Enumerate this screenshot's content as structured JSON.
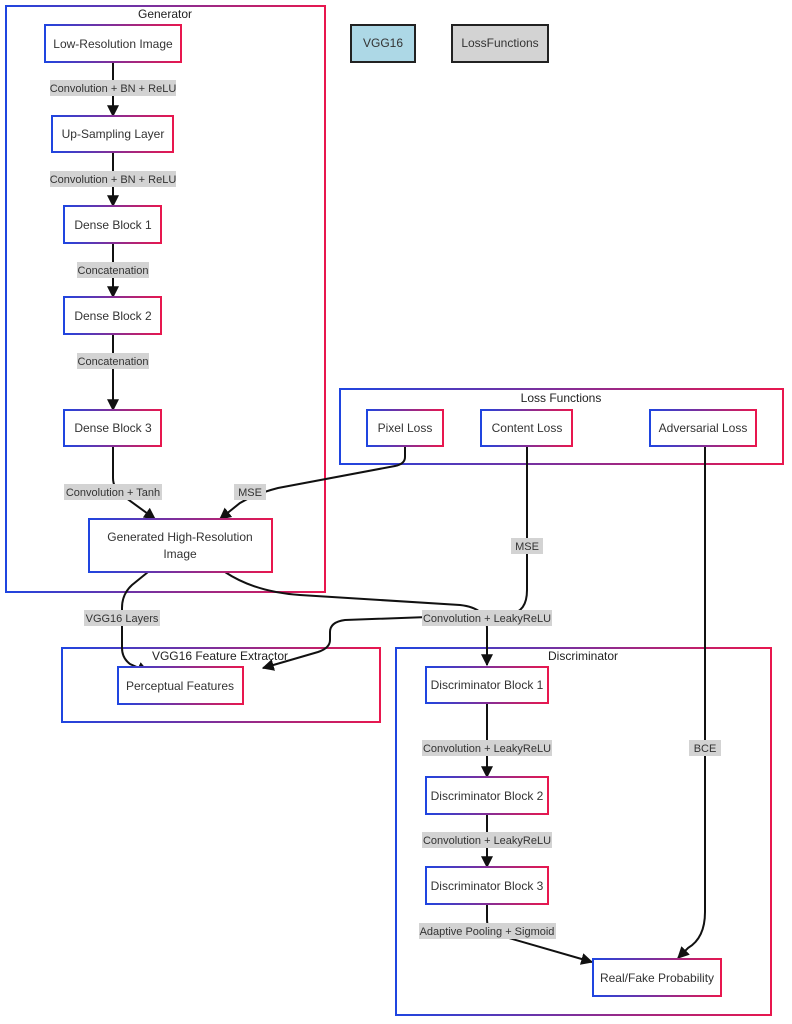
{
  "groups": {
    "generator": "Generator",
    "loss_functions": "Loss Functions",
    "vgg16_feature_extractor": "VGG16 Feature Extractor",
    "discriminator": "Discriminator"
  },
  "legend": {
    "vgg16": "VGG16",
    "loss_functions": "LossFunctions",
    "vgg16_color": "#add8e6",
    "loss_functions_color": "#d3d3d3"
  },
  "nodes": {
    "low_res_image": "Low-Resolution Image",
    "up_sampling": "Up-Sampling Layer",
    "dense_block_1": "Dense Block 1",
    "dense_block_2": "Dense Block 2",
    "dense_block_3": "Dense Block 3",
    "generated_hr_line1": "Generated High-Resolution",
    "generated_hr_line2": "Image",
    "pixel_loss": "Pixel Loss",
    "content_loss": "Content Loss",
    "adversarial_loss": "Adversarial Loss",
    "perceptual_features": "Perceptual Features",
    "disc_block_1": "Discriminator Block 1",
    "disc_block_2": "Discriminator Block 2",
    "disc_block_3": "Discriminator Block 3",
    "real_fake": "Real/Fake Probability"
  },
  "edges": {
    "conv_bn_relu_1": "Convolution + BN + ReLU",
    "conv_bn_relu_2": "Convolution + BN + ReLU",
    "concat_1": "Concatenation",
    "concat_2": "Concatenation",
    "conv_tanh": "Convolution + Tanh",
    "mse_pixel": "MSE",
    "mse_content": "MSE",
    "vgg16_layers": "VGG16 Layers",
    "conv_leaky_1": "Convolution + LeakyReLU",
    "conv_leaky_2": "Convolution + LeakyReLU",
    "conv_leaky_3": "Convolution + LeakyReLU",
    "adaptive_pool": "Adaptive Pooling + Sigmoid",
    "bce": "BCE"
  },
  "colors": {
    "gradient_start": "#1f45e0",
    "gradient_end": "#e8174e",
    "edge_label_bg": "#d3d3d3",
    "edge": "#111111"
  }
}
